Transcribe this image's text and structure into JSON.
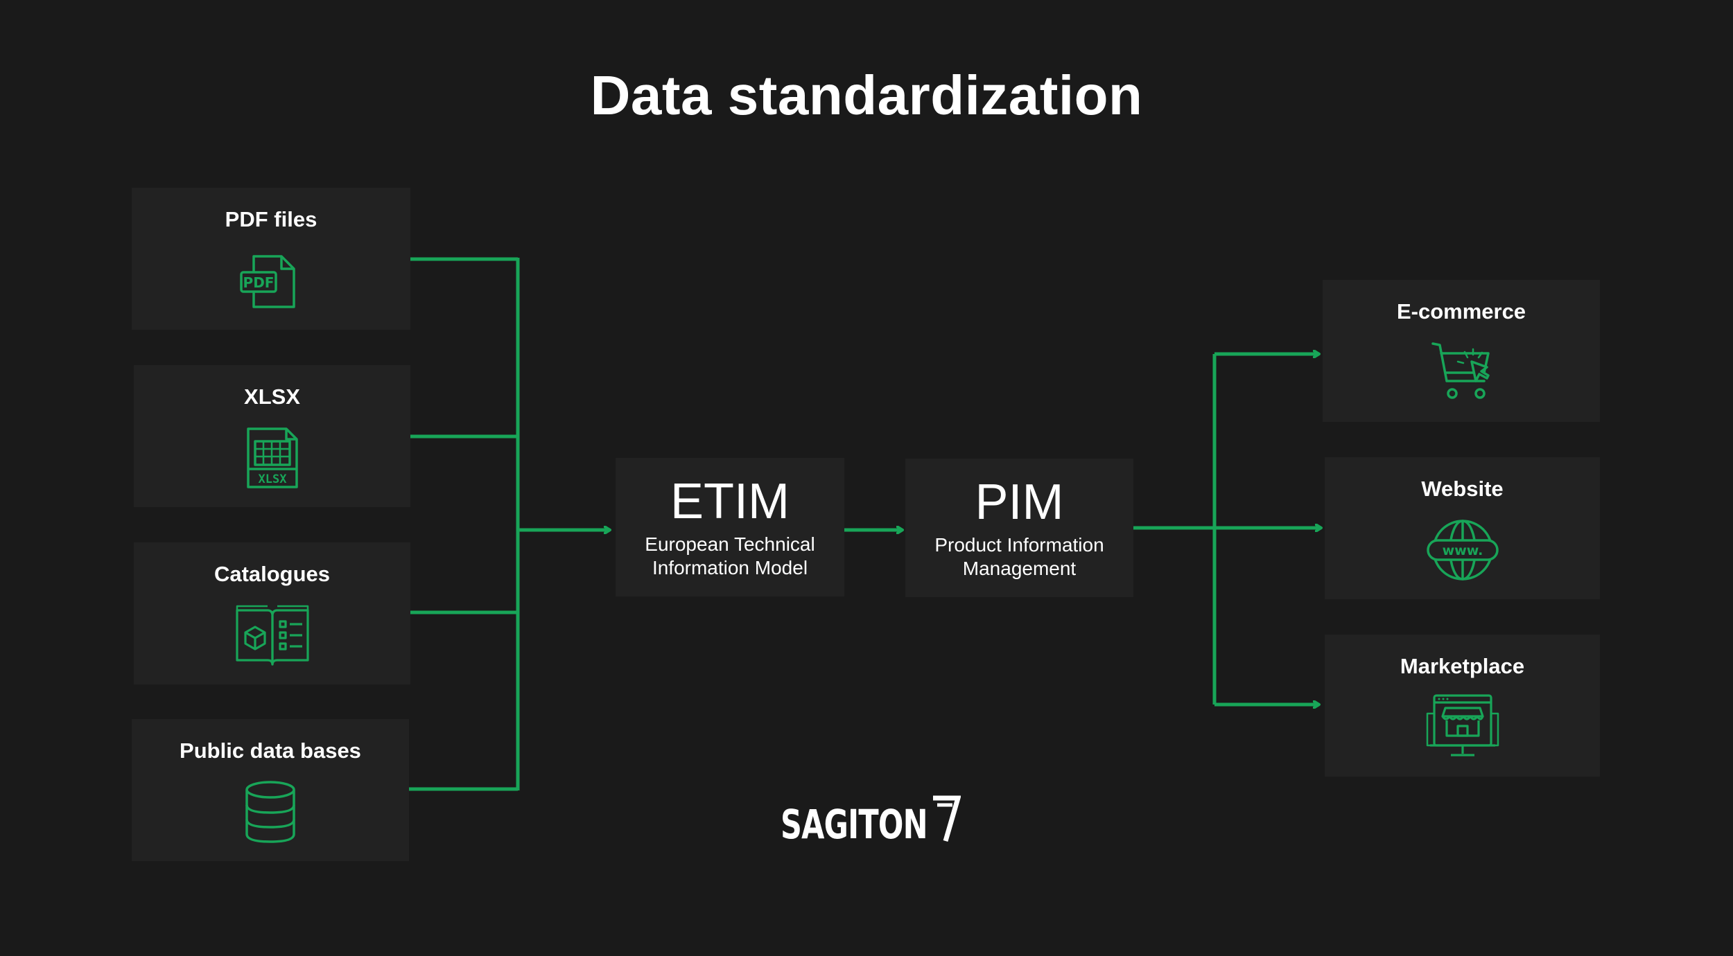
{
  "title": "Data standardization",
  "sources": [
    {
      "label": "PDF files",
      "icon": "pdf-file-icon"
    },
    {
      "label": "XLSX",
      "icon": "xlsx-file-icon"
    },
    {
      "label": "Catalogues",
      "icon": "catalogue-icon"
    },
    {
      "label": "Public data bases",
      "icon": "database-icon"
    }
  ],
  "etim": {
    "abbr": "ETIM",
    "line1": "European Technical",
    "line2": "Information Model"
  },
  "pim": {
    "abbr": "PIM",
    "line1": "Product Information",
    "line2": "Management"
  },
  "destinations": [
    {
      "label": "E-commerce",
      "icon": "shopping-cart-icon"
    },
    {
      "label": "Website",
      "icon": "globe-www-icon"
    },
    {
      "label": "Marketplace",
      "icon": "storefront-icon"
    }
  ],
  "logo": {
    "text": "SAGITON"
  },
  "colors": {
    "background": "#1a1a1a",
    "box": "#222222",
    "accent": "#18a558",
    "text": "#ffffff"
  },
  "icon_texts": {
    "pdf": "PDF",
    "xlsx": "XLSX",
    "www": "www."
  }
}
